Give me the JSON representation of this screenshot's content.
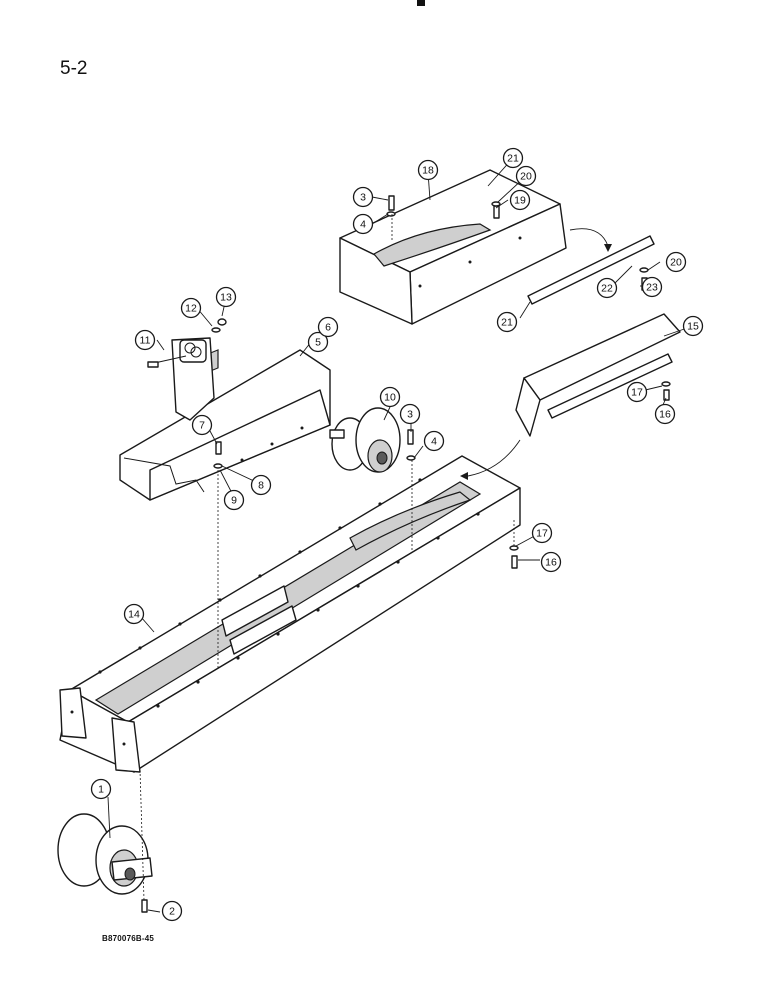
{
  "page_number": "5-2",
  "drawing_code": "B870076B-45",
  "callouts": [
    "1",
    "2",
    "3",
    "4",
    "5",
    "6",
    "7",
    "8",
    "9",
    "10",
    "11",
    "12",
    "13",
    "14",
    "15",
    "16",
    "17",
    "18",
    "19",
    "20",
    "21",
    "22",
    "23"
  ]
}
